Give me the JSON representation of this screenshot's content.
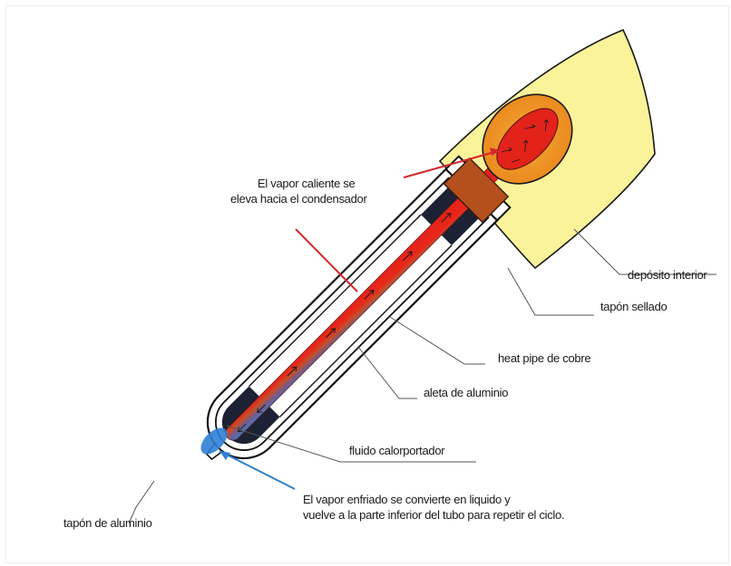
{
  "labels": {
    "vapor_caliente_1": "El vapor caliente se",
    "vapor_caliente_2": "eleva hacia el condensador",
    "deposito_interior": "depósito interior",
    "tapon_sellado": "tapón sellado",
    "heat_pipe": "heat pipe de cobre",
    "aleta": "aleta de aluminio",
    "fluido": "fluido calorportador",
    "vapor_enfriado_1": "El vapor enfriado se convierte en liquido y",
    "vapor_enfriado_2": "vuelve a la parte inferior del tubo para repetir el ciclo.",
    "tapon_aluminio": "tapón de aluminio"
  },
  "colors": {
    "tube_outline": "#111111",
    "glass_fill": "#ffffff",
    "fin_dark": "#1c2233",
    "heat_pipe_hot": "#e8261a",
    "heat_pipe_cold": "#2f7fd6",
    "cap_brown": "#b5501e",
    "reservoir_yellow": "#fbf39a",
    "condenser_orange": "#f39a1e",
    "arrow_red": "#d4282e",
    "arrow_blue": "#2f7fd6"
  }
}
